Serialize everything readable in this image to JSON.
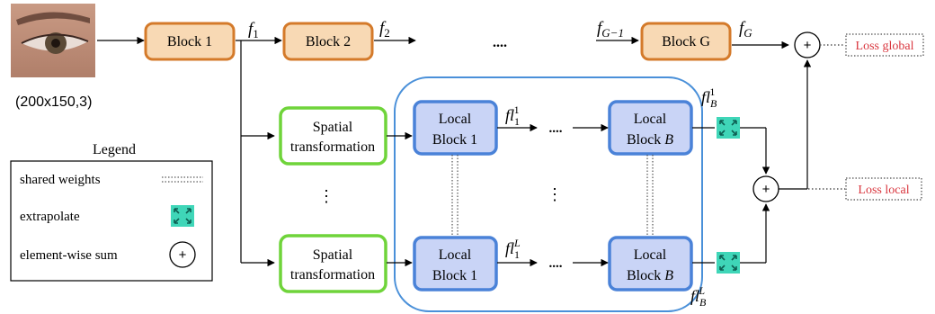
{
  "input": {
    "dims_label": "(200x150,3)"
  },
  "blocks": {
    "block1": "Block 1",
    "block2": "Block 2",
    "blockG": "Block G",
    "ellipsis": "...."
  },
  "features": {
    "f1": "f",
    "f1_sub": "1",
    "f2": "f",
    "f2_sub": "2",
    "fG1": "f",
    "fG1_sub": "G−1",
    "fG": "f",
    "fG_sub": "G"
  },
  "local_features": {
    "fl11": "fl",
    "fl11_sub": "1",
    "fl11_sup": "1",
    "fl1L": "fl",
    "fl1L_sub": "1",
    "fl1L_sup": "L",
    "flB1": "fl",
    "flB1_sub": "B",
    "flB1_sup": "1",
    "flBL": "fl",
    "flBL_sub": "B",
    "flBL_sup": "L"
  },
  "spatial": {
    "line1": "Spatial",
    "line2": "transformation"
  },
  "local_block": {
    "line1": "Local",
    "line2_1": "Block 1",
    "line2_B_prefix": "Block ",
    "line2_B_italic": "B",
    "ellipsis": "....",
    "vdots": "⋮"
  },
  "losses": {
    "global": "Loss global",
    "local": "Loss local",
    "plus": "+"
  },
  "legend": {
    "title": "Legend",
    "shared_weights": "shared weights",
    "extrapolate": "extrapolate",
    "element_sum": "element-wise sum"
  },
  "colors": {
    "orange_fill": "#f8d9b4",
    "orange_stroke": "#d47a2a",
    "green_stroke": "#6fd43a",
    "blue_fill": "#c9d4f6",
    "blue_stroke": "#4a82d8",
    "container_stroke": "#4a90d9",
    "teal": "#3fd6b8",
    "loss_red": "#d9363e"
  },
  "icons": [
    "eye-image",
    "extrapolate-icon",
    "sum-icon"
  ]
}
